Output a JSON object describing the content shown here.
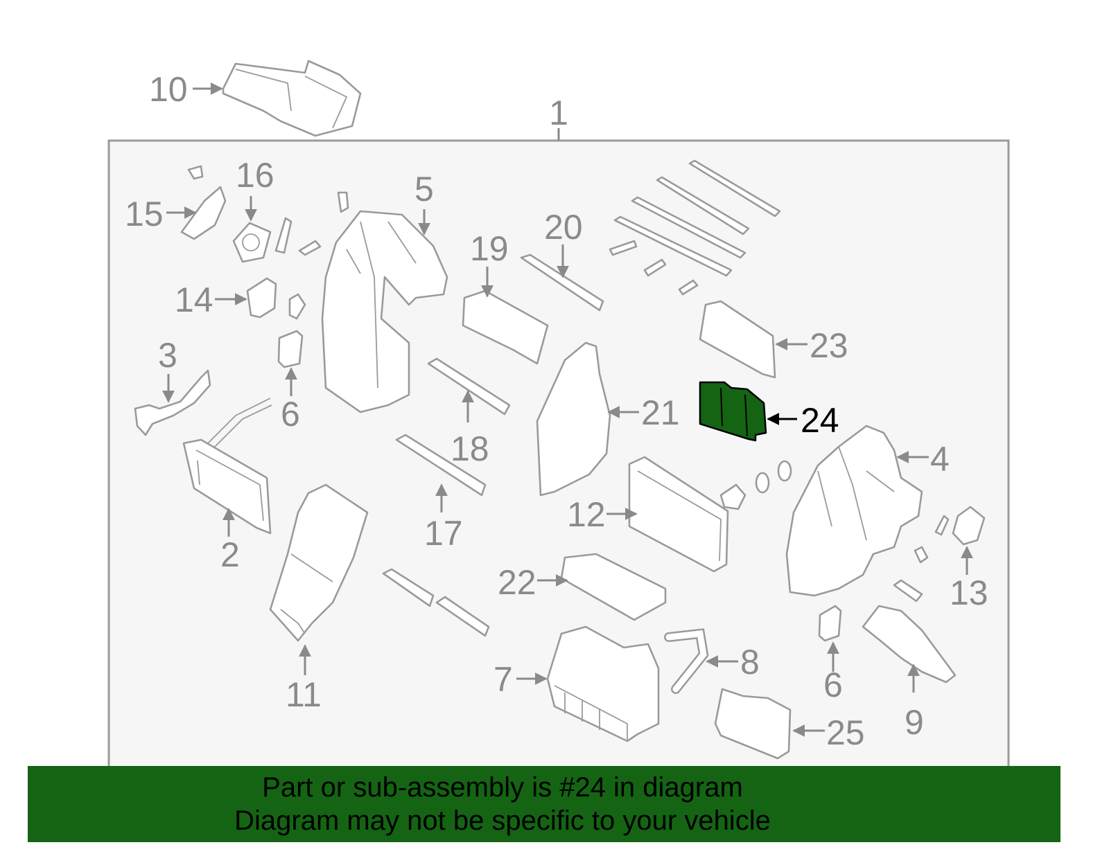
{
  "colors": {
    "highlight": "#146414",
    "banner_bg": "#146414",
    "frame_bg": "#f6f6f6",
    "outline": "#9a9a9a",
    "label": "#8a8a8a",
    "highlight_label": "#000000"
  },
  "diagram": {
    "assembly_label": "1",
    "highlighted_part": "24",
    "callouts": {
      "p2": "2",
      "p3": "3",
      "p4": "4",
      "p5": "5",
      "p6a": "6",
      "p6b": "6",
      "p7": "7",
      "p8": "8",
      "p9": "9",
      "p10": "10",
      "p11": "11",
      "p12": "12",
      "p13": "13",
      "p14": "14",
      "p15": "15",
      "p16": "16",
      "p17": "17",
      "p18": "18",
      "p19": "19",
      "p20": "20",
      "p21": "21",
      "p22": "22",
      "p23": "23",
      "p24": "24",
      "p25": "25"
    }
  },
  "banner": {
    "line1": "Part or sub-assembly is #24 in diagram",
    "line2": "Diagram may not be specific to your vehicle"
  }
}
